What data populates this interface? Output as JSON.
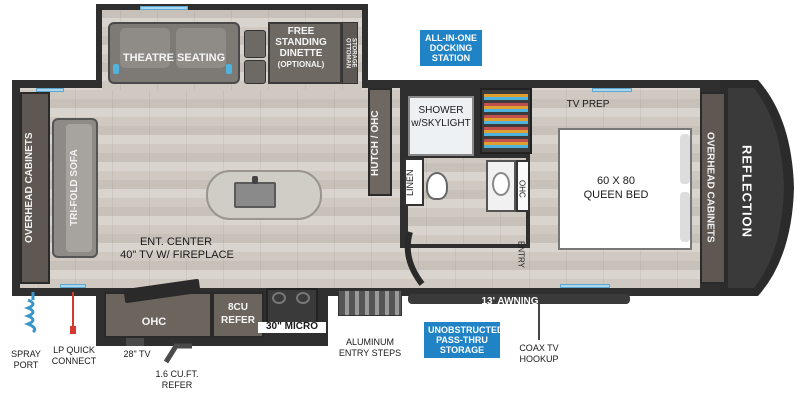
{
  "rooms": {
    "theatre_seating": "THEATRE SEATING",
    "free_standing_dinette": "FREE STANDING DINETTE (OPTIONAL)",
    "free_standing_line1": "FREE",
    "free_standing_line2": "STANDING",
    "free_standing_line3": "DINETTE",
    "free_standing_line4": "(OPTIONAL)",
    "storage_ottoman": "STORAGE OTTOMAN",
    "overhead_cabinets_left": "OVERHEAD CABINETS",
    "tri_fold_sofa": "TRI-FOLD SOFA",
    "ent_center_line1": "ENT. CENTER",
    "ent_center_line2": "40\" TV w/ FIREPLACE",
    "hutch_ohc": "HUTCH / OHC",
    "shower_line1": "SHOWER",
    "shower_line2": "w/SKYLIGHT",
    "linen": "LINEN",
    "ohc_bath": "OHC",
    "entry": "ENTRY",
    "tv_prep": "TV PREP",
    "bed_line1": "60 x 80",
    "bed_line2": "QUEEN BED",
    "overhead_cabinets_right": "OVERHEAD CABINETS",
    "brand": "REFLECTION",
    "ohc_kitchen": "OHC",
    "refer_line1": "8CU",
    "refer_line2": "REFER",
    "micro": "30\" MICRO"
  },
  "callouts": {
    "docking_line1": "ALL-IN-ONE",
    "docking_line2": "DOCKING",
    "docking_line3": "STATION",
    "storage_line1": "UNOBSTRUCTED",
    "storage_line2": "PASS-THRU",
    "storage_line3": "STORAGE"
  },
  "exterior": {
    "awning": "13' AWNING",
    "spray_line1": "SPRAY",
    "spray_line2": "PORT",
    "lp_line1": "LP QUICK",
    "lp_line2": "CONNECT",
    "tv28": "28\" TV",
    "refer_ext_line1": "1.6 CU.FT.",
    "refer_ext_line2": "REFER",
    "steps_line1": "ALUMINUM",
    "steps_line2": "ENTRY STEPS",
    "coax_line1": "COAX TV",
    "coax_line2": "HOOKUP"
  },
  "colors": {
    "callout_blue": "#1f83c6",
    "wall": "#2f2f2f",
    "floor": "#d3cdc6",
    "cabinet": "#6a625b"
  }
}
